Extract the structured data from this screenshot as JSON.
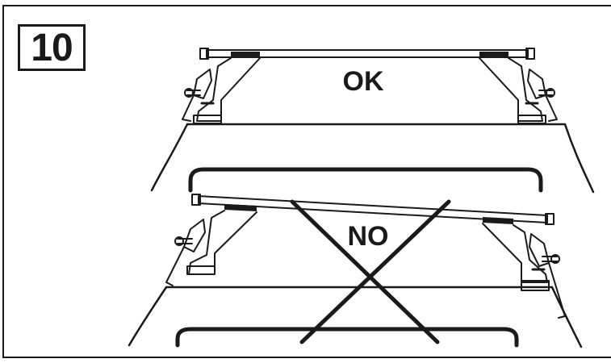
{
  "step": {
    "number": "10"
  },
  "panels": [
    {
      "id": "correct",
      "label": "OK"
    },
    {
      "id": "incorrect",
      "label": "NO"
    }
  ]
}
